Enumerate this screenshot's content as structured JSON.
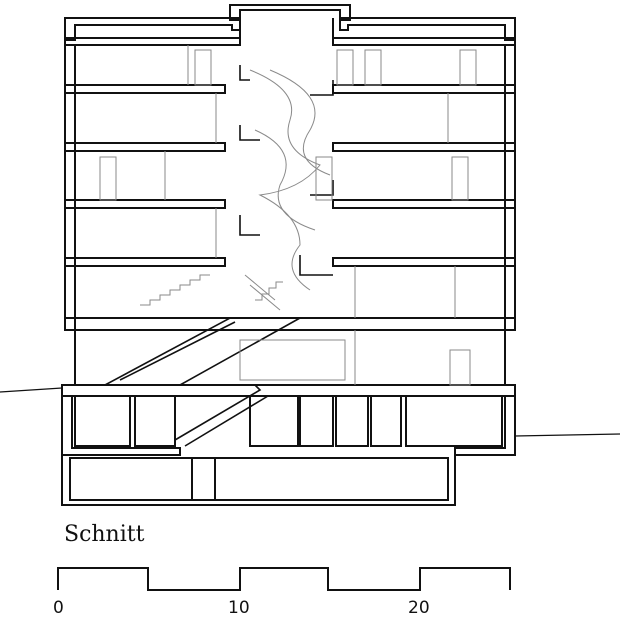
{
  "title": "Schnitt",
  "scale_bar": {
    "labels": [
      "0",
      "10",
      "20"
    ]
  },
  "colors": {
    "line": "#111111",
    "thin_line": "#8a8a8a",
    "background": "#ffffff"
  }
}
